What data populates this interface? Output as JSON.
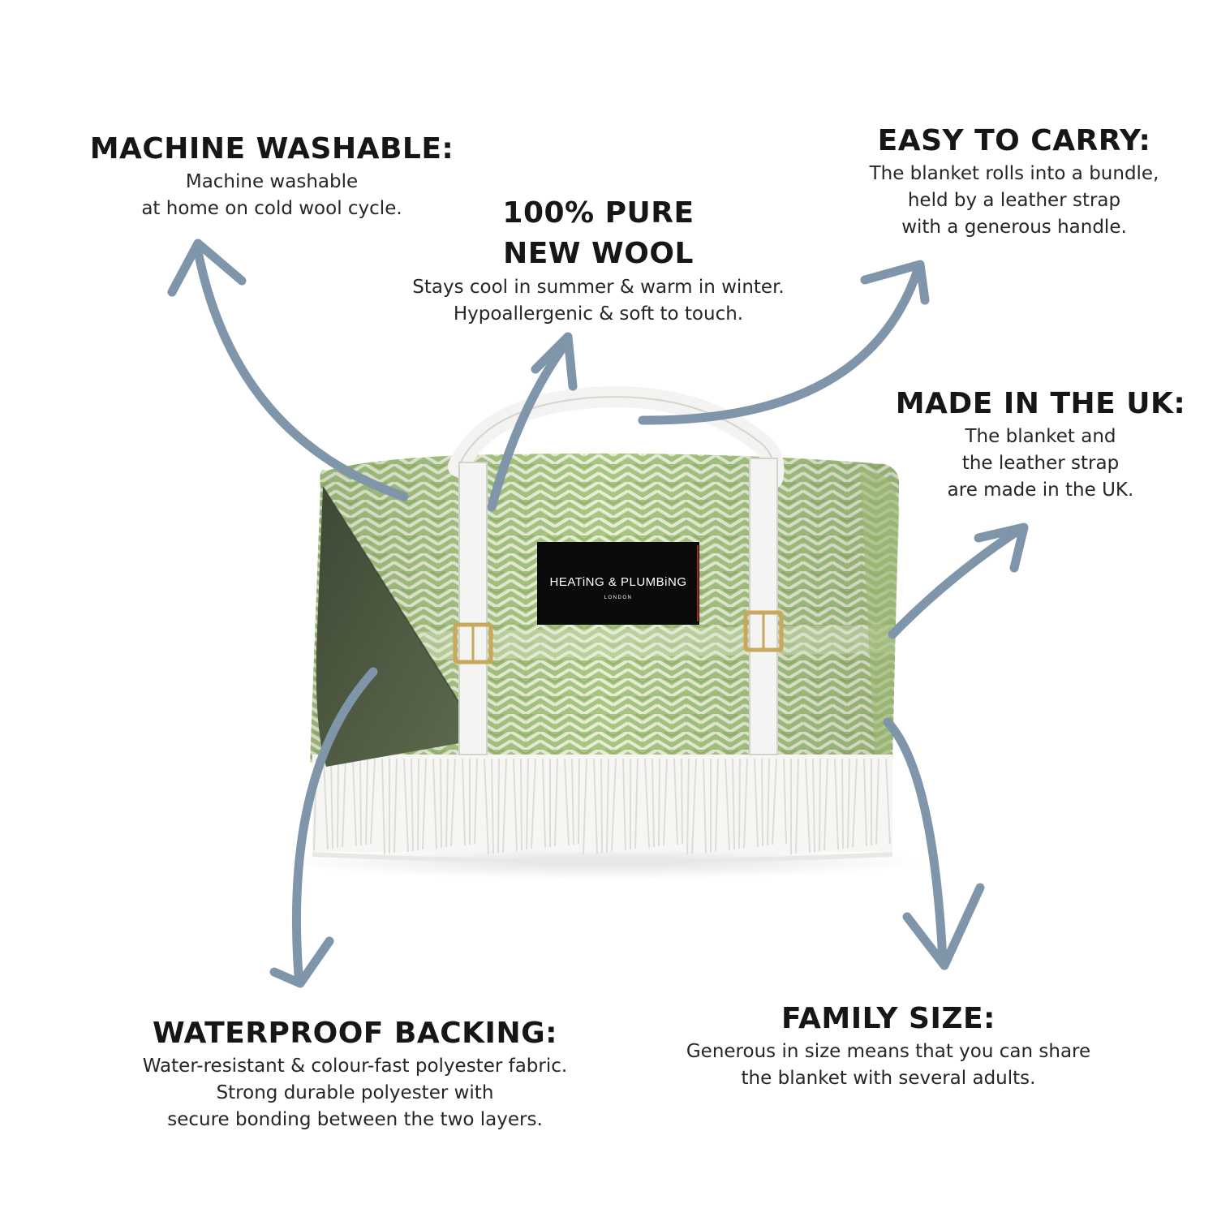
{
  "features": {
    "machine_washable": {
      "title": "MACHINE WASHABLE:",
      "desc": "Machine washable\nat home on cold wool cycle."
    },
    "pure_wool": {
      "title": "100% PURE\nNEW WOOL",
      "desc": "Stays cool in summer & warm in winter.\nHypoallergenic & soft to touch."
    },
    "easy_carry": {
      "title": "EASY TO CARRY:",
      "desc": "The blanket rolls into a bundle,\nheld by a leather strap\nwith a generous handle."
    },
    "made_in_uk": {
      "title": "MADE IN THE UK:",
      "desc": "The blanket and\nthe leather strap\nare made in the UK."
    },
    "waterproof_backing": {
      "title": "WATERPROOF BACKING:",
      "desc": "Water-resistant & colour-fast polyester fabric.\nStrong durable polyester with\nsecure bonding between the two layers."
    },
    "family_size": {
      "title": "FAMILY SIZE:",
      "desc": "Generous in size means that you can share\nthe blanket with several adults."
    }
  },
  "product_label": {
    "brand": "HEATiNG & PLUMBiNG",
    "city": "LONDON"
  },
  "colors": {
    "arrow": "#7f95a9",
    "wool_green": "#a4c27e",
    "wool_light": "#e4eed2",
    "backing": "#4f5a42",
    "strap": "#f3f3f1",
    "label": "#0b0b0b"
  }
}
